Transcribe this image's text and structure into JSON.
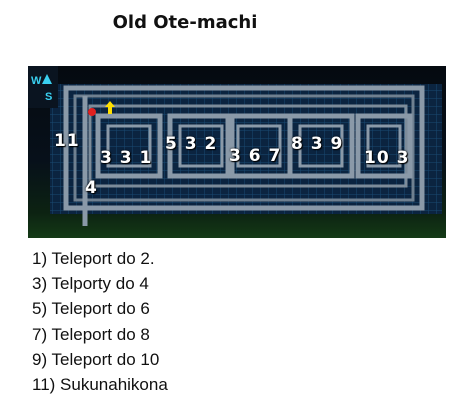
{
  "title": "Old Ote-machi",
  "map_labels": [
    {
      "id": "11",
      "text": "11"
    },
    {
      "id": "331",
      "text": "3 3 1"
    },
    {
      "id": "532",
      "text": "5 3 2"
    },
    {
      "id": "367",
      "text": "3 6 7"
    },
    {
      "id": "839",
      "text": "8 3 9"
    },
    {
      "id": "103",
      "text": "10 3"
    },
    {
      "id": "4",
      "text": "4"
    }
  ],
  "compass_letters": [
    "W",
    "S"
  ],
  "notes": [
    "1) Teleport do 2.",
    "3) Telporty do 4",
    "5) Teleport do 6",
    "7) Teleport do 8",
    "9) Teleport do 10",
    "11) Sukunahikona"
  ],
  "colors": {
    "corridor": "#6f8090",
    "corridor_edge": "#9aa8b6",
    "grid": "#10314e",
    "marker_player": "#e02020",
    "marker_arrow": "#ffe000"
  }
}
